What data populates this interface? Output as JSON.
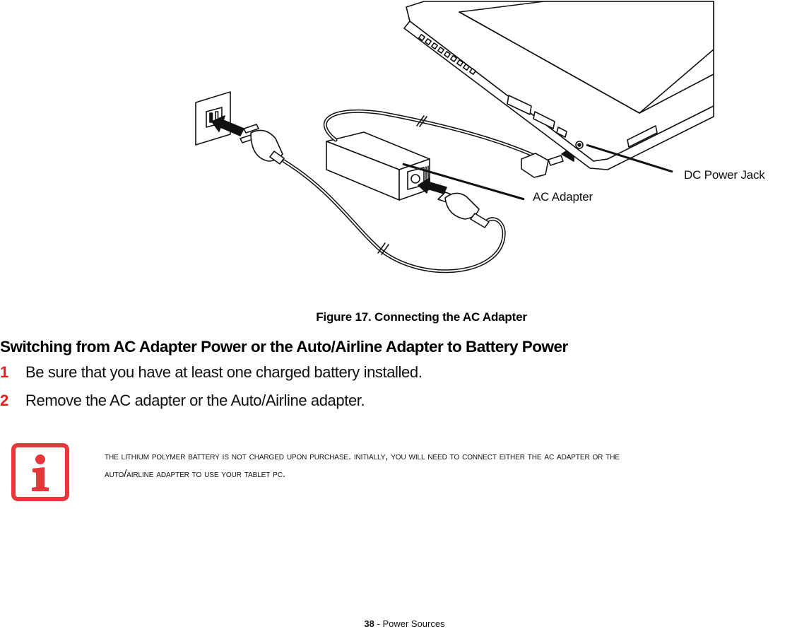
{
  "figure": {
    "callouts": {
      "dc_power_jack": "DC Power Jack",
      "ac_adapter": "AC Adapter"
    },
    "caption": "Figure 17.  Connecting the AC Adapter"
  },
  "section": {
    "heading": "Switching from AC Adapter Power or the Auto/Airline Adapter to Battery Power",
    "steps": [
      {
        "number": "1",
        "text": "Be sure that you have at least one charged battery installed."
      },
      {
        "number": "2",
        "text": "Remove the AC adapter or the Auto/Airline adapter."
      }
    ]
  },
  "note": {
    "icon": "info-icon",
    "line1": "The Lithium Polymer battery is not charged upon purchase. Initially, you will need to connect either the AC adapter or the",
    "line2": "Auto/Airline adapter to use your Tablet PC."
  },
  "footer": {
    "page_number": "38",
    "separator": " - ",
    "section": "Power Sources"
  },
  "colors": {
    "step_number": "#e5201c",
    "info_icon": "#e8373a"
  }
}
